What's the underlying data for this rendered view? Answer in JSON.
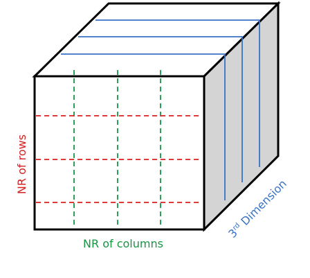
{
  "labels": {
    "rows": "NR of rows",
    "columns": "NR of columns",
    "third_dimension_base": "3",
    "third_dimension_superscript": "rd",
    "third_dimension_word": " Dimension"
  },
  "grid": {
    "row_divisions": 4,
    "column_divisions": 4,
    "depth_layers": 4
  },
  "colors": {
    "rows": "#d42020",
    "columns": "#149640",
    "third_dimension": "#3872c4",
    "side_face": "#d4d4d4",
    "outline": "#000000"
  }
}
